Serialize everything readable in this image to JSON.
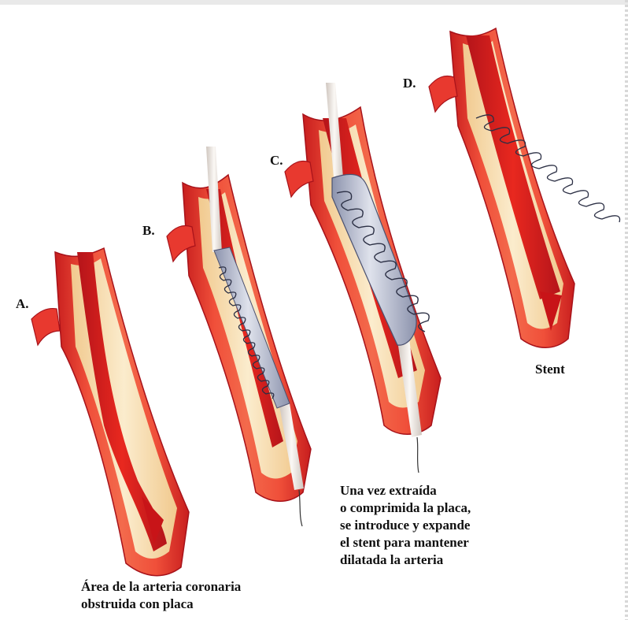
{
  "labels": {
    "a": "A.",
    "b": "B.",
    "c": "C.",
    "d": "D.",
    "stent": "Stent"
  },
  "captions": {
    "a": [
      "Área de la arteria coronaria",
      "obstruida con placa"
    ],
    "c": [
      "Una vez extraída",
      "o comprimida la placa,",
      "se introduce y expande",
      "el stent para mantener",
      "dilatada la arteria"
    ]
  },
  "colors": {
    "artery_outer": "#e8392f",
    "artery_wall": "#f25a3c",
    "lumen": "#d91f1f",
    "plaque": "#f6dcae",
    "balloon": "#b9bed3",
    "stent_wire": "#2b2f44",
    "catheter": "#eee7e1"
  }
}
